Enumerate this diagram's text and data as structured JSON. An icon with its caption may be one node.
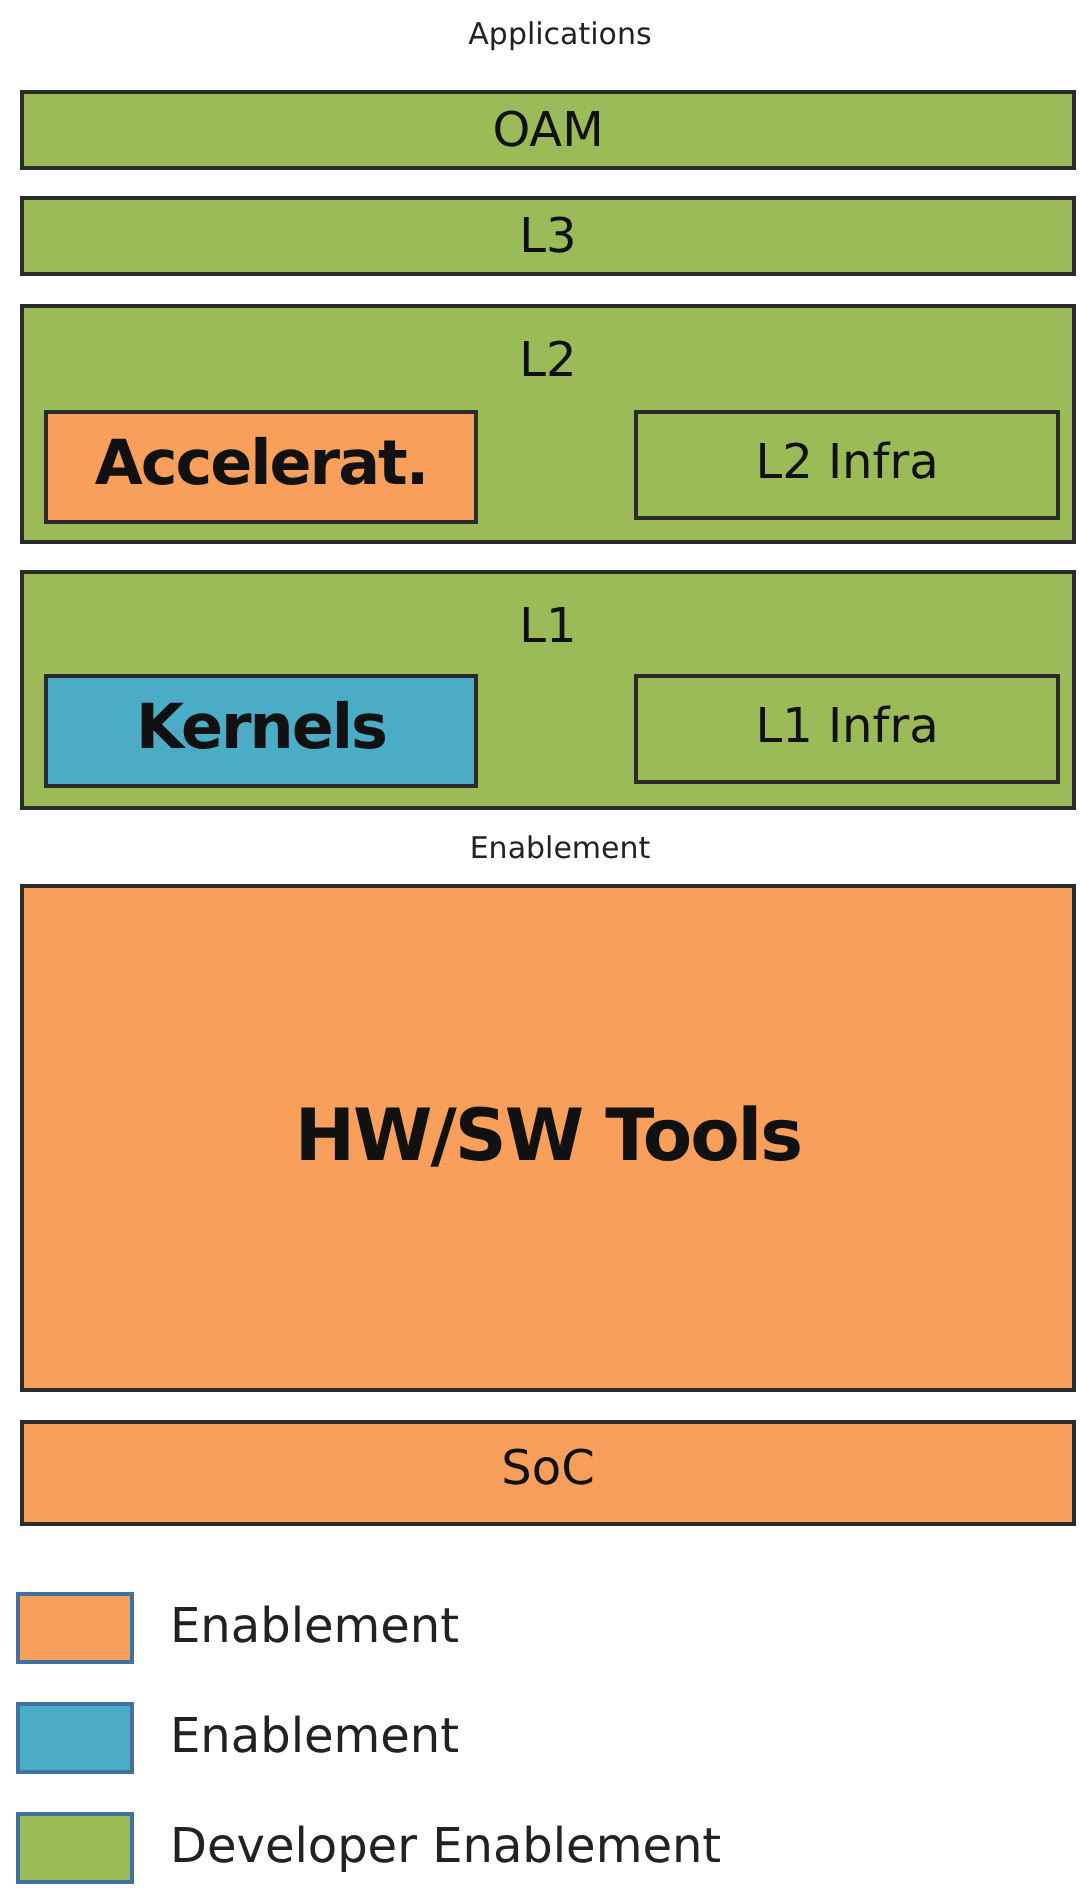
{
  "diagram": {
    "title": "Applications",
    "nodes": [
      {
        "text": [
          "OAM"
        ]
      },
      {
        "text": [
          "L3"
        ]
      },
      {
        "text": [
          "L2"
        ]
      },
      {
        "text": [
          "Accelerat."
        ],
        "in": 2
      },
      {
        "text": [
          "L2 Infra"
        ],
        "in": 2
      },
      {
        "text": [
          "L1"
        ]
      },
      {
        "text": [
          "Kernels"
        ],
        "in": 5
      },
      {
        "text": [
          "L1 Infra"
        ],
        "in": 5
      },
      {
        "text": [
          "HW/SW Tools"
        ]
      },
      {
        "text": [
          "SoC"
        ]
      }
    ],
    "labels": [
      "Enablement"
    ],
    "legend": [
      {
        "text": "Enablement",
        "color": "#f79f5b"
      },
      {
        "text": "Enablement",
        "color": "#4bacc6"
      },
      {
        "text": "Developer Enablement",
        "color": "#9bbb59"
      }
    ]
  }
}
